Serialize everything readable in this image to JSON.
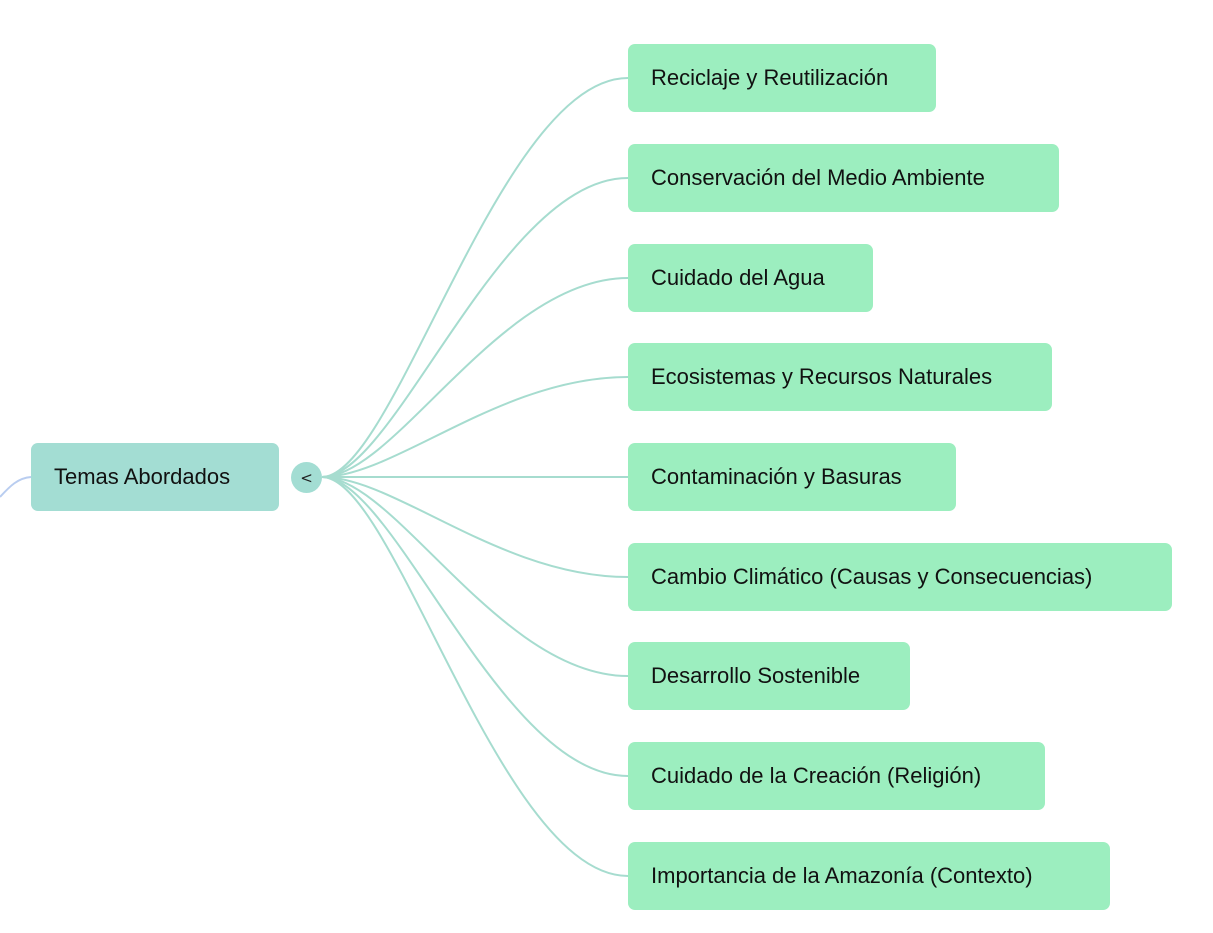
{
  "colors": {
    "root_fill": "#a3ddd3",
    "child_fill": "#9ceebf",
    "connector": "#a6dccf",
    "parent_connector": "#b9cdf0"
  },
  "root": {
    "label": "Temas Abordados",
    "toggle_symbol": "<"
  },
  "children": [
    {
      "label": "Reciclaje y Reutilización"
    },
    {
      "label": "Conservación del Medio Ambiente"
    },
    {
      "label": "Cuidado del Agua"
    },
    {
      "label": "Ecosistemas y Recursos Naturales"
    },
    {
      "label": "Contaminación y Basuras"
    },
    {
      "label": "Cambio Climático (Causas y Consecuencias)"
    },
    {
      "label": "Desarrollo Sostenible"
    },
    {
      "label": "Cuidado de la Creación (Religión)"
    },
    {
      "label": "Importancia de la Amazonía (Contexto)"
    }
  ]
}
